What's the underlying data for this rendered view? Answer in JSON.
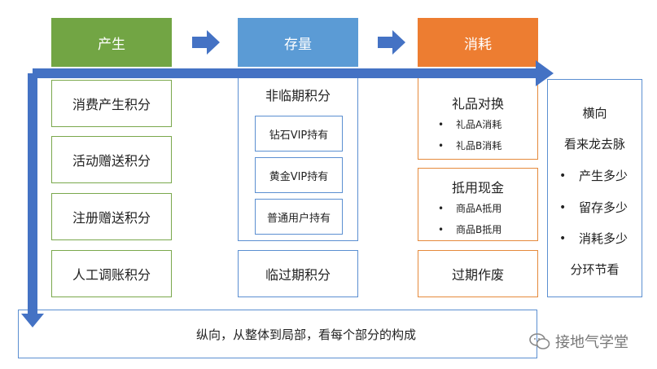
{
  "headers": [
    {
      "label": "产生",
      "color": "#72a544"
    },
    {
      "label": "存量",
      "color": "#5b9bd5"
    },
    {
      "label": "消耗",
      "color": "#ed7d31"
    }
  ],
  "produce": [
    "消费产生积分",
    "活动赠送积分",
    "注册赠送积分",
    "人工调账积分"
  ],
  "stock": {
    "non_expiring_title": "非临期积分",
    "holders": [
      "钻石VIP持有",
      "黄金VIP持有",
      "普通用户持有"
    ],
    "expiring": "临过期积分"
  },
  "consume": {
    "groups": [
      {
        "title": "礼品对换",
        "items": [
          "礼品A消耗",
          "礼品B消耗"
        ]
      },
      {
        "title": "抵用现金",
        "items": [
          "商品A抵用",
          "商品B抵用"
        ]
      }
    ],
    "expired": "过期作废"
  },
  "horizontal": {
    "title": "横向",
    "subtitle": "看来龙去脉",
    "items": [
      "产生多少",
      "留存多少",
      "消耗多少"
    ],
    "footer": "分环节看"
  },
  "vertical_text": "纵向，从整体到局部，看每个部分的构成",
  "watermark": "接地气学堂",
  "bullet_symbol": "•",
  "arrow_color": "#4472c4"
}
